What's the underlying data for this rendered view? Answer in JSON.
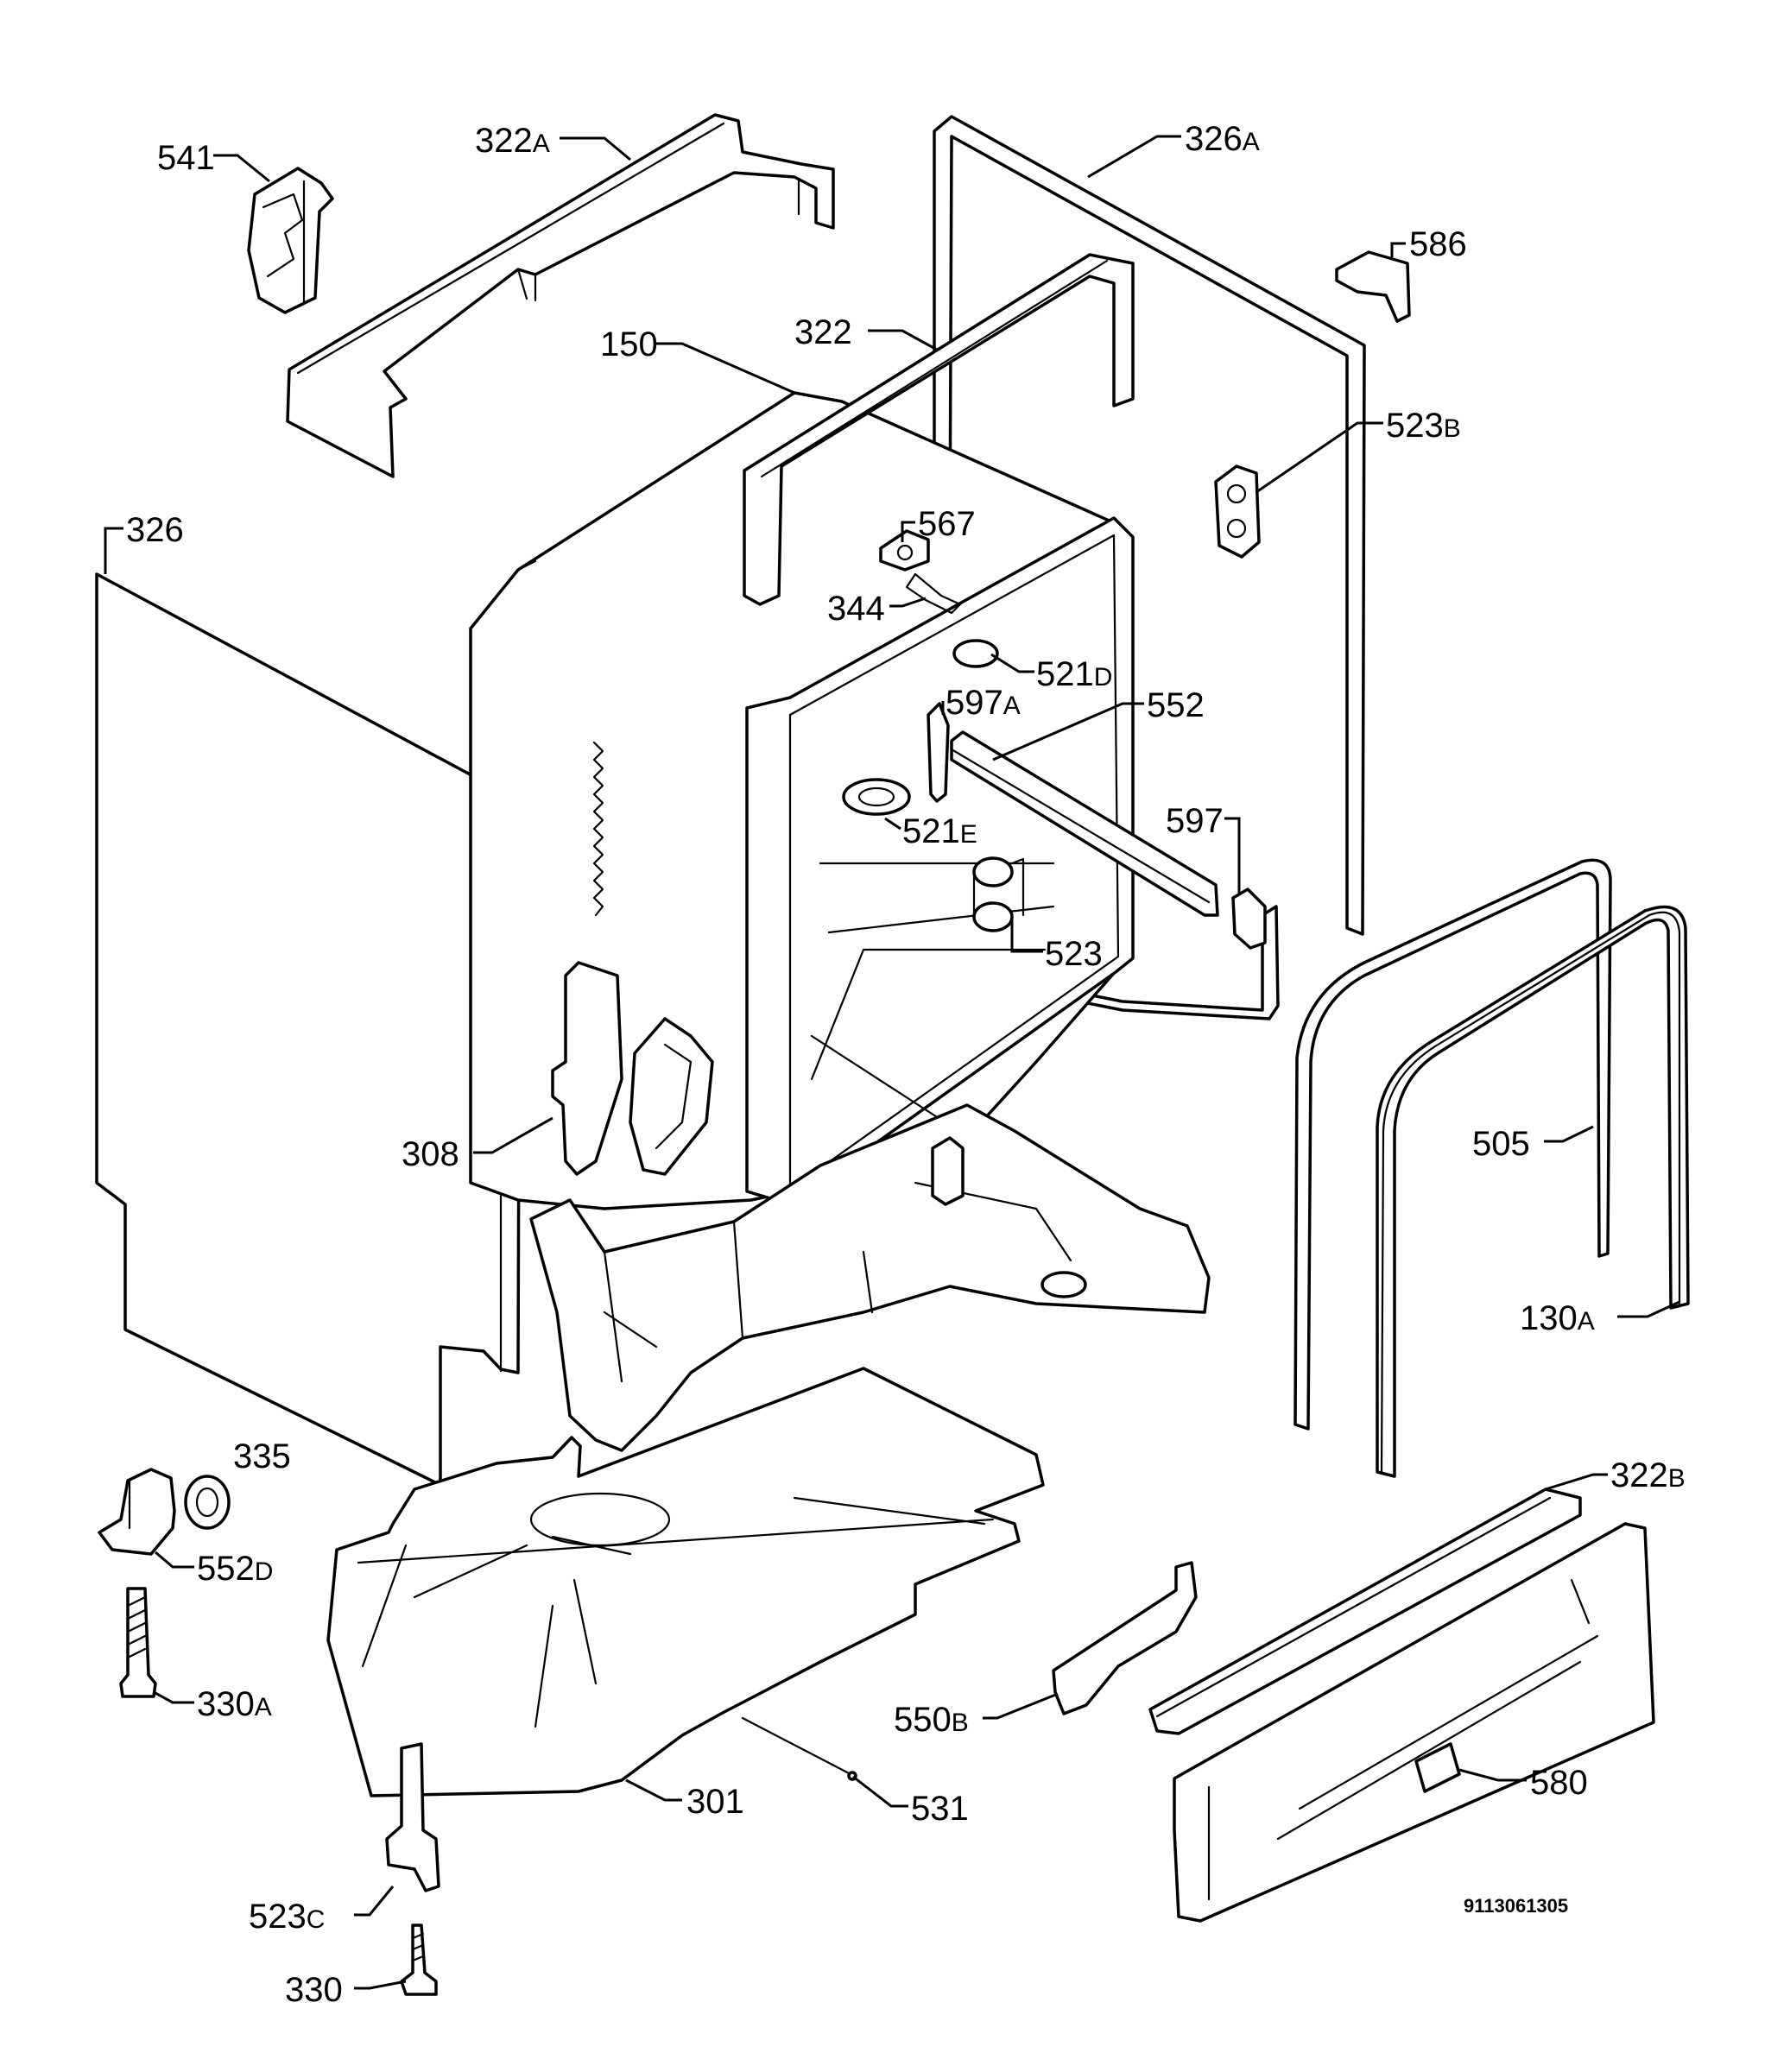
{
  "document_number": "9113061305",
  "callouts": [
    {
      "id": "541",
      "num": "541",
      "sfx": ""
    },
    {
      "id": "322a",
      "num": "322",
      "sfx": "A"
    },
    {
      "id": "326a",
      "num": "326",
      "sfx": "A"
    },
    {
      "id": "586",
      "num": "586",
      "sfx": ""
    },
    {
      "id": "150",
      "num": "150",
      "sfx": ""
    },
    {
      "id": "322",
      "num": "322",
      "sfx": ""
    },
    {
      "id": "523b",
      "num": "523",
      "sfx": "B"
    },
    {
      "id": "326",
      "num": "326",
      "sfx": ""
    },
    {
      "id": "567",
      "num": "567",
      "sfx": ""
    },
    {
      "id": "344",
      "num": "344",
      "sfx": ""
    },
    {
      "id": "521d",
      "num": "521",
      "sfx": "D"
    },
    {
      "id": "597a",
      "num": "597",
      "sfx": "A"
    },
    {
      "id": "552",
      "num": "552",
      "sfx": ""
    },
    {
      "id": "597",
      "num": "597",
      "sfx": ""
    },
    {
      "id": "521e",
      "num": "521",
      "sfx": "E"
    },
    {
      "id": "523",
      "num": "523",
      "sfx": ""
    },
    {
      "id": "308",
      "num": "308",
      "sfx": ""
    },
    {
      "id": "505",
      "num": "505",
      "sfx": ""
    },
    {
      "id": "130a",
      "num": "130",
      "sfx": "A"
    },
    {
      "id": "335",
      "num": "335",
      "sfx": ""
    },
    {
      "id": "322b",
      "num": "322",
      "sfx": "B"
    },
    {
      "id": "552d",
      "num": "552",
      "sfx": "D"
    },
    {
      "id": "330a",
      "num": "330",
      "sfx": "A"
    },
    {
      "id": "550b",
      "num": "550",
      "sfx": "B"
    },
    {
      "id": "580",
      "num": "580",
      "sfx": ""
    },
    {
      "id": "301",
      "num": "301",
      "sfx": ""
    },
    {
      "id": "531",
      "num": "531",
      "sfx": ""
    },
    {
      "id": "523c",
      "num": "523",
      "sfx": "C"
    },
    {
      "id": "330",
      "num": "330",
      "sfx": ""
    }
  ]
}
